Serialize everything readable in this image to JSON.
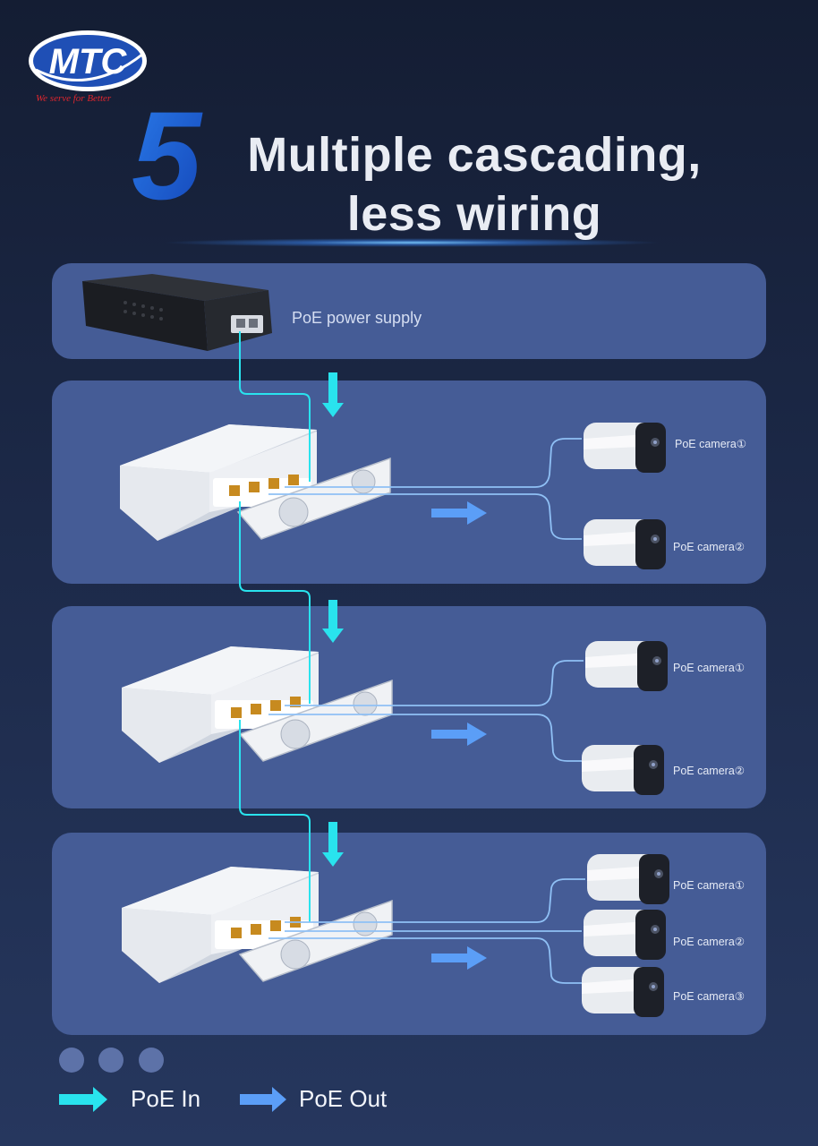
{
  "logo": {
    "text": "MTC",
    "tagline": "We serve for Better"
  },
  "headline": {
    "number": "5",
    "line1": "Multiple cascading,",
    "line2": "less wiring"
  },
  "psu_label": "PoE power supply",
  "cameras": [
    [
      "PoE camera①",
      "PoE camera②"
    ],
    [
      "PoE camera①",
      "PoE camera②"
    ],
    [
      "PoE camera①",
      "PoE camera②",
      "PoE camera③"
    ]
  ],
  "legend": {
    "in": "PoE In",
    "out": "PoE Out"
  },
  "colors": {
    "poe_in": "#29e3ee",
    "poe_out": "#5b9ef7",
    "panel": "#455c96",
    "brand_blue": "#1f4fb5",
    "brand_red": "#e0262e"
  }
}
